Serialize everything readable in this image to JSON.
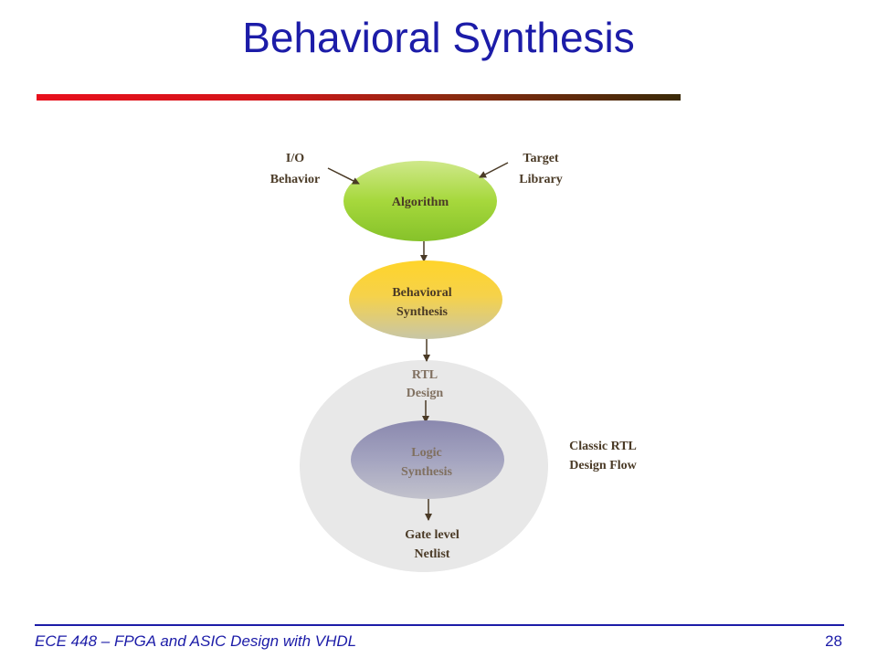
{
  "slide": {
    "title": "Behavioral Synthesis"
  },
  "diagram": {
    "io_behavior": [
      "I/O",
      "Behavior"
    ],
    "target_library": [
      "Target",
      "Library"
    ],
    "algorithm": "Algorithm",
    "behavioral_synthesis": [
      "Behavioral",
      "Synthesis"
    ],
    "rtl_design": [
      "RTL",
      "Design"
    ],
    "logic_synthesis": [
      "Logic",
      "Synthesis"
    ],
    "gate_level_netlist": [
      "Gate level",
      "Netlist"
    ],
    "classic_flow": [
      "Classic RTL",
      "Design Flow"
    ]
  },
  "footer": {
    "course": "ECE 448 – FPGA and ASIC Design with VHDL",
    "page": "28"
  },
  "colors": {
    "title": "#1c1ca8",
    "algorithm_fill": "#9ed23a",
    "behavioral_fill": "#f6d43a",
    "logic_fill": "#9a9ab8",
    "rtl_circle_fill": "#e8e8e8"
  }
}
